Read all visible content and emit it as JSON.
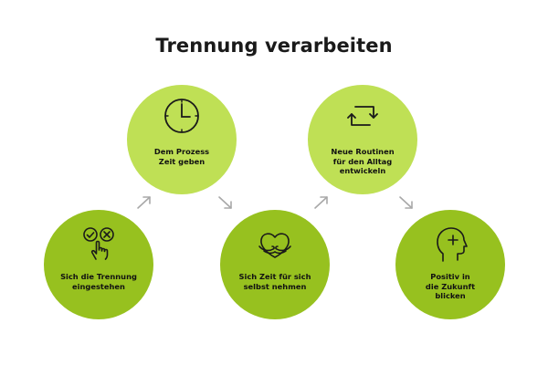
{
  "title": "Trennung verarbeiten",
  "colors": {
    "dark_circle": "#97c11f",
    "light_circle": "#bfe055",
    "arrow": "#a8a8a8",
    "icon_stroke": "#1a1a1a"
  },
  "steps": [
    {
      "label": "Sich die Trennung\neingestehen",
      "icon": "hand-check-cross-icon"
    },
    {
      "label": "Dem Prozess\nZeit geben",
      "icon": "clock-icon"
    },
    {
      "label": "Sich Zeit für sich\nselbst nehmen",
      "icon": "self-hug-icon"
    },
    {
      "label": "Neue Routinen\nfür den Alltag\nentwickeln",
      "icon": "refresh-icon"
    },
    {
      "label": "Positiv in\ndie Zukunft\nblicken",
      "icon": "head-plus-icon"
    }
  ]
}
